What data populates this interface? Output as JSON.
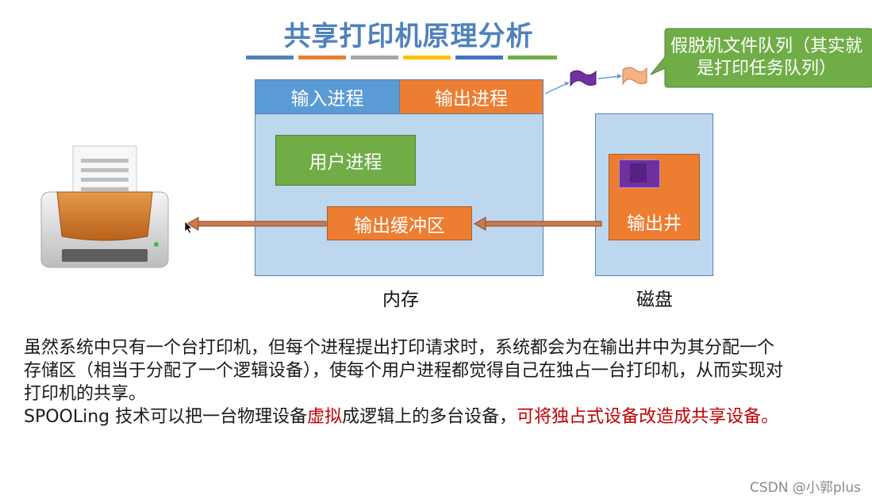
{
  "title": "共享打印机原理分析",
  "stripe_colors": [
    "#4f81bd",
    "#ed7d31",
    "#a5a5a5",
    "#ffc000",
    "#4472c4",
    "#70ad47"
  ],
  "memory": {
    "tab_input": "输入进程",
    "tab_output": "输出进程",
    "user_process": "用户进程",
    "output_buffer": "输出缓冲区",
    "label": "内存"
  },
  "disk": {
    "output_well": "输出井",
    "label": "磁盘"
  },
  "callout": {
    "text": "假脱机文件队列（其实就是打印任务队列）"
  },
  "paragraph": {
    "line1": "虽然系统中只有一个台打印机，但每个进程提出打印请求时，系统都会为在输出井中为其分配一个存储区（相当于分配了一个逻辑设备），使每个用户进程都觉得自己在独占一台打印机，从而实现对打印机的共享。",
    "line2_a": "SPOOLing 技术可以把一台物理设备",
    "line2_red1": "虚拟",
    "line2_b": "成逻辑上的多台设备，",
    "line2_red2": "可将独占式设备改造成共享设备。"
  },
  "watermark": "CSDN @小郭plus",
  "colors": {
    "title_blue": "#4f81bd",
    "box_blue": "#bdd7ee",
    "orange": "#ed7d31",
    "green": "#70ad47",
    "purple": "#7030a0",
    "emphasis_red": "#c00000"
  }
}
